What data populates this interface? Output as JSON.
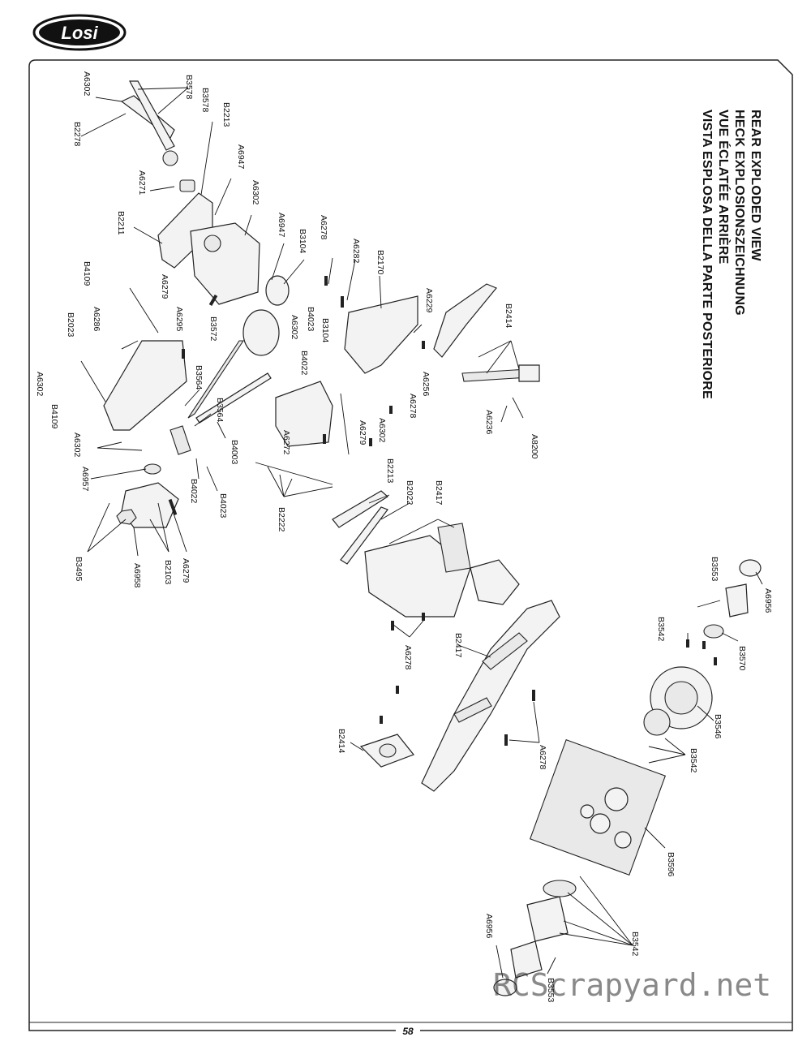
{
  "brand": {
    "logo_text": "Losi"
  },
  "title": {
    "lines": [
      "REAR EXPLODED VIEW",
      "HECK EXPLOSIONSZEICHNUNG",
      "VUE ÉCLATÉE ARRIÈRE",
      "VISTA ESPLOSA DELLA PARTE POSTERIORE"
    ]
  },
  "part_labels": [
    "A6302",
    "B3578",
    "B3578",
    "B2278",
    "B2213",
    "A6947",
    "A6271",
    "A6302",
    "B2211",
    "A6947",
    "B3104",
    "A6278",
    "A6282",
    "B2170",
    "A6229",
    "B2414",
    "B4109",
    "A6279",
    "A6295",
    "B3572",
    "B4023",
    "A6302",
    "B3104",
    "B4022",
    "A6286",
    "B2023",
    "A6302",
    "B4109",
    "B3564",
    "B3564",
    "A6302",
    "A6957",
    "B4003",
    "B4022",
    "B4023",
    "A6272",
    "A6279",
    "A6302",
    "A6278",
    "A6256",
    "A6236",
    "A8200",
    "B2213",
    "B2022",
    "B2417",
    "B2222",
    "B3495",
    "A6958",
    "B2103",
    "A6279",
    "B2417",
    "A6278",
    "B3553",
    "A6956",
    "B3542",
    "B3570",
    "B3546",
    "B3542",
    "B2414",
    "A6278",
    "B3596",
    "B3542",
    "A6956",
    "B3553"
  ],
  "page_number": "58",
  "watermark": "RCScrapyard.net"
}
